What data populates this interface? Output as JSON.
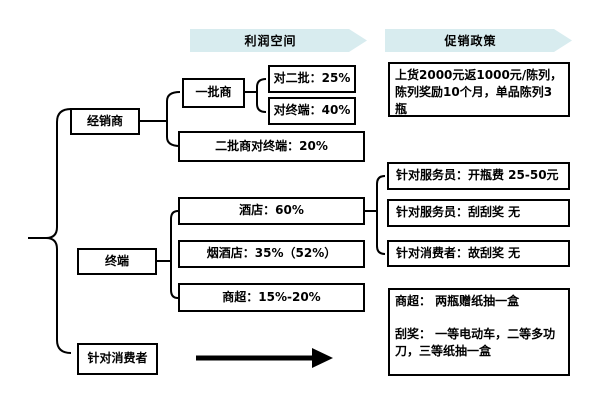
{
  "header": {
    "profit_banner": "利润空间",
    "promo_banner": "促销政策"
  },
  "left_column": {
    "distributor": "经销商",
    "terminal": "终端",
    "consumer": "针对消费者"
  },
  "profit": {
    "first_tier": "一批商",
    "to_second_tier": "对二批：25%",
    "to_terminal": "对终端：40%",
    "second_tier_to_terminal": "二批商对终端：20%",
    "hotel": "酒店：60%",
    "tobacco_shop": "烟酒店：35%（52%）",
    "supermarket": "商超：15%-20%"
  },
  "promo": {
    "distributor_policy": "上货2000元返1000元/陈列，陈列奖励10个月，单品陈列3瓶",
    "waiter_bottle_fee": "针对服务员：开瓶费  25-50元",
    "waiter_scratch": "针对服务员：刮刮奖  无",
    "consumer_scratch": "针对消费者：故刮奖  无",
    "supermarket_gift": "商超：  两瓶赠纸抽一盒",
    "scratch_prizes": "刮奖：  一等电动车，二等多功刀，三等纸抽一盒"
  },
  "colors": {
    "banner_fill": "#d8ecef",
    "line": "#000000",
    "box_border": "#000000",
    "background": "#ffffff"
  }
}
